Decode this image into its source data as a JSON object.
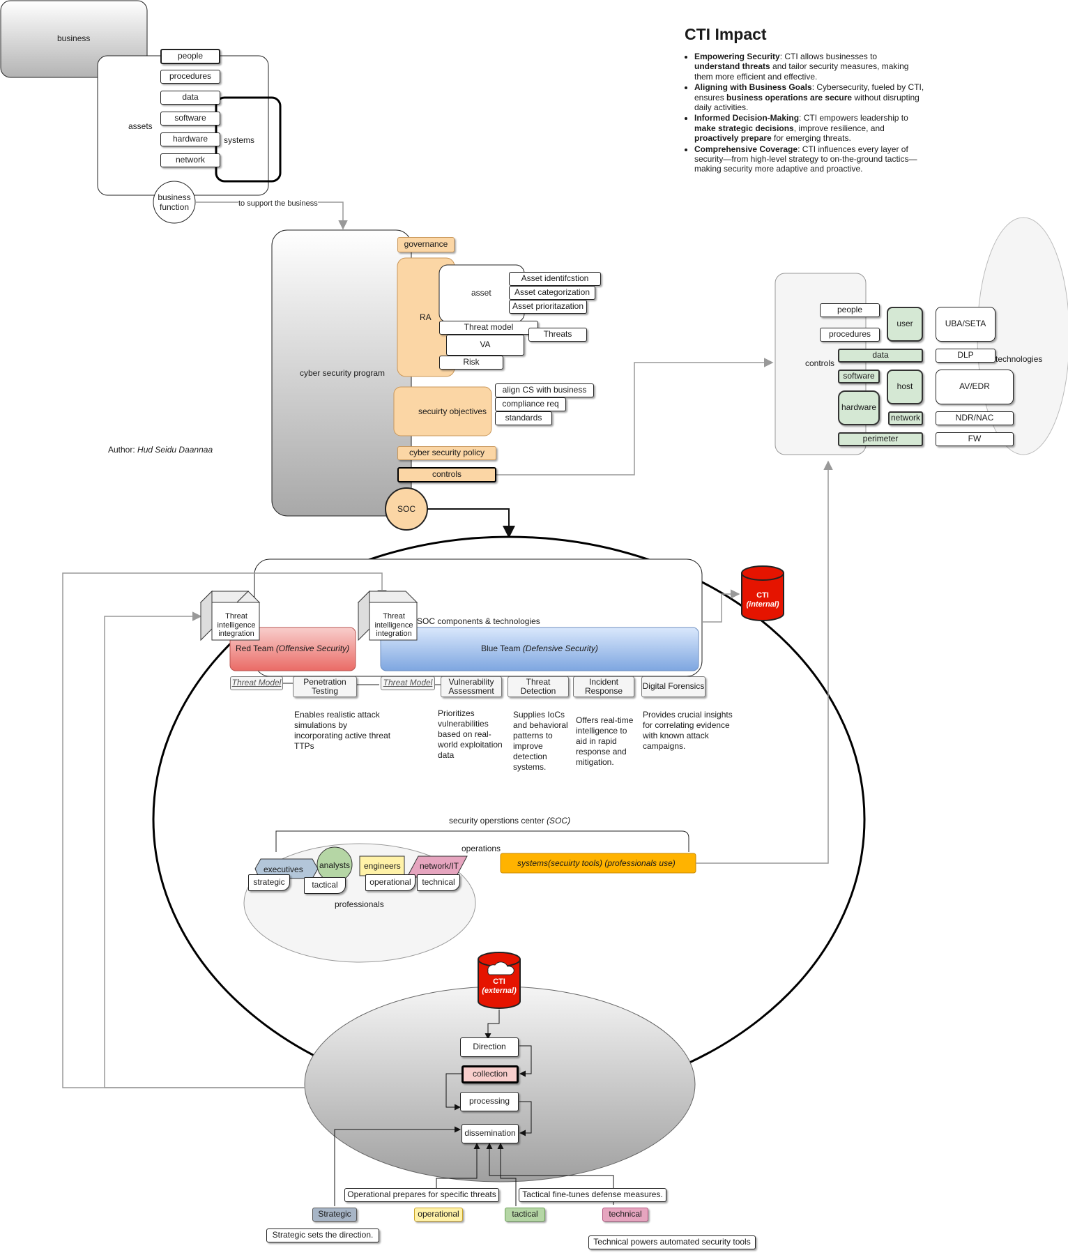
{
  "title": "CTI Impact",
  "impact_points": [
    {
      "parts": [
        {
          "b": "Empowering Security"
        },
        {
          "t": ": CTI allows businesses to "
        },
        {
          "b": "understand threats"
        },
        {
          "t": " and tailor security measures, making them more efficient and effective."
        }
      ]
    },
    {
      "parts": [
        {
          "b": "Aligning with Business Goals"
        },
        {
          "t": ": Cybersecurity, fueled by CTI, ensures "
        },
        {
          "b": "business operations are secure"
        },
        {
          "t": " without disrupting daily activities."
        }
      ]
    },
    {
      "parts": [
        {
          "b": "Informed Decision-Making"
        },
        {
          "t": ": CTI empowers leadership to "
        },
        {
          "b": "make strategic decisions"
        },
        {
          "t": ", improve resilience, and "
        },
        {
          "b": "proactively prepare"
        },
        {
          "t": " for emerging threats."
        }
      ]
    },
    {
      "parts": [
        {
          "b": "Comprehensive Coverage"
        },
        {
          "t": ": CTI influences every layer of security—from high-level strategy to on-the-ground tactics—making security more adaptive and proactive."
        }
      ]
    }
  ],
  "author_label": "Author: ",
  "author_name": "Hud Seidu Daannaa",
  "business": {
    "business": "business",
    "assets": "assets",
    "systems": "systems",
    "people": "people",
    "procedures": "procedures",
    "data": "data",
    "software": "software",
    "hardware": "hardware",
    "network": "network",
    "function_1": "business",
    "function_2": "function",
    "support": "to support the business"
  },
  "program": {
    "title": "cyber security program",
    "governance": "governance",
    "ra": "RA",
    "asset": "asset",
    "asset_identification": "Asset identifcstion",
    "asset_categorization": "Asset categorization",
    "asset_prioritization": "Asset prioritazation",
    "threat_model": "Threat model",
    "threats": "Threats",
    "va": "VA",
    "risk": "Risk",
    "objectives": "secuirty objectives",
    "align": "align CS with business",
    "compliance": "compliance req",
    "standards": "standards",
    "policy": "cyber security policy",
    "controls": "controls",
    "soc": "SOC"
  },
  "controls_panel": {
    "controls": "controls",
    "technologies": "technologies",
    "people": "people",
    "procedures": "procedures",
    "data": "data",
    "software": "software",
    "hardware": "hardware",
    "perimeter": "perimeter",
    "user": "user",
    "host": "host",
    "network": "network",
    "uba": "UBA/SETA",
    "dlp": "DLP",
    "avedr": "AV/EDR",
    "ndr": "NDR/NAC",
    "fw": "FW"
  },
  "soc": {
    "components": "SOC components & technologies",
    "tii": "Threat intelligence integration",
    "red_team": "Red Team ",
    "red_team_em": "(Offensive Security)",
    "blue_team": "Blue Team ",
    "blue_team_em": "(Defensive Security)",
    "threat_model_1": "Threat Model",
    "threat_model_2": "Threat Model",
    "pen_testing": "Penetration Testing",
    "vuln": "Vulnerability Assessment",
    "detection": "Threat Detection",
    "incident": "Incident Response",
    "forensics": "Digital Forensics",
    "desc_pen": "Enables realistic attack simulations by incorporating active threat TTPs",
    "desc_vuln": "Prioritizes vulnerabilities based on real-world exploitation data",
    "desc_detect": "Supplies IoCs and behavioral patterns to improve detection systems.",
    "desc_incident": "Offers real-time intelligence to aid in rapid response and mitigation.",
    "desc_forensics": "Provides crucial insights for correlating evidence with known attack campaigns.",
    "center": "security operstions center ",
    "center_em": "(SOC)",
    "operations": "operations",
    "systems": "systems(secuirty tools) (professionals use)",
    "professionals": "professionals",
    "executives": "executives",
    "analysts": "analysts",
    "engineers": "engineers",
    "network_it": "network/IT",
    "strategic": "strategic",
    "tactical": "tactical",
    "operational": "operational",
    "technical": "technical"
  },
  "cti": {
    "internal_1": "CTI",
    "internal_2": "(internal)",
    "external_1": "CTI",
    "external_2": "(external)",
    "direction": "Direction",
    "collection": "collection",
    "processing": "processing",
    "dissemination": "dissemination",
    "operational_prepares": "Operational prepares for specific threats",
    "tactical_finetunes": "Tactical fine-tunes defense measures.",
    "strategic": "Strategic",
    "operational": "operational",
    "tactical": "tactical",
    "technical": "technical",
    "strategic_sets": "Strategic sets the direction.",
    "technical_powers": "Technical powers automated security tools"
  },
  "colors": {
    "orange": "#fbd6a5",
    "green": "#d5e8d4",
    "red": "#e51400",
    "blue": "#7ea6e0",
    "yellow": "#ffb300",
    "grey": "#f5f5f5"
  }
}
